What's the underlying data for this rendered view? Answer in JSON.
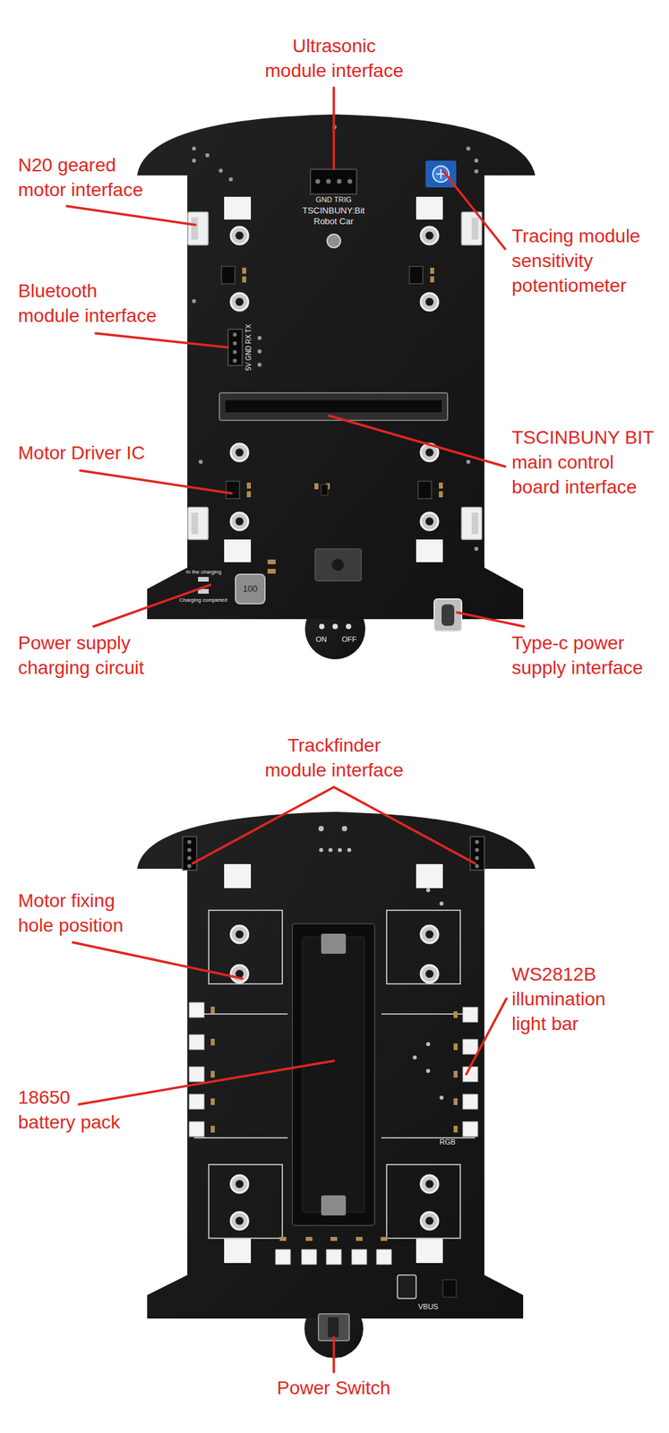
{
  "diagram": {
    "labels": [
      "Ultrasonic module interface",
      "N20 geared motor interface",
      "Tracing module sensitivity potentiometer",
      "Bluetooth module interface",
      "TSCINBUNY BIT main control board interface",
      "Motor Driver IC",
      "Power supply charging circuit",
      "Type-c power supply interface",
      "Trackfinder module interface",
      "Motor fixing hole position",
      "WS2812B illumination light bar",
      "18650 battery pack",
      "Power Switch",
      "GND TRIG",
      "TSCINBUNY:Bit",
      "Robot Car",
      "5V GND RX TX",
      "In the charging",
      "Charging completed",
      "100",
      "ON",
      "OFF",
      "RGB",
      "VBUS"
    ]
  }
}
